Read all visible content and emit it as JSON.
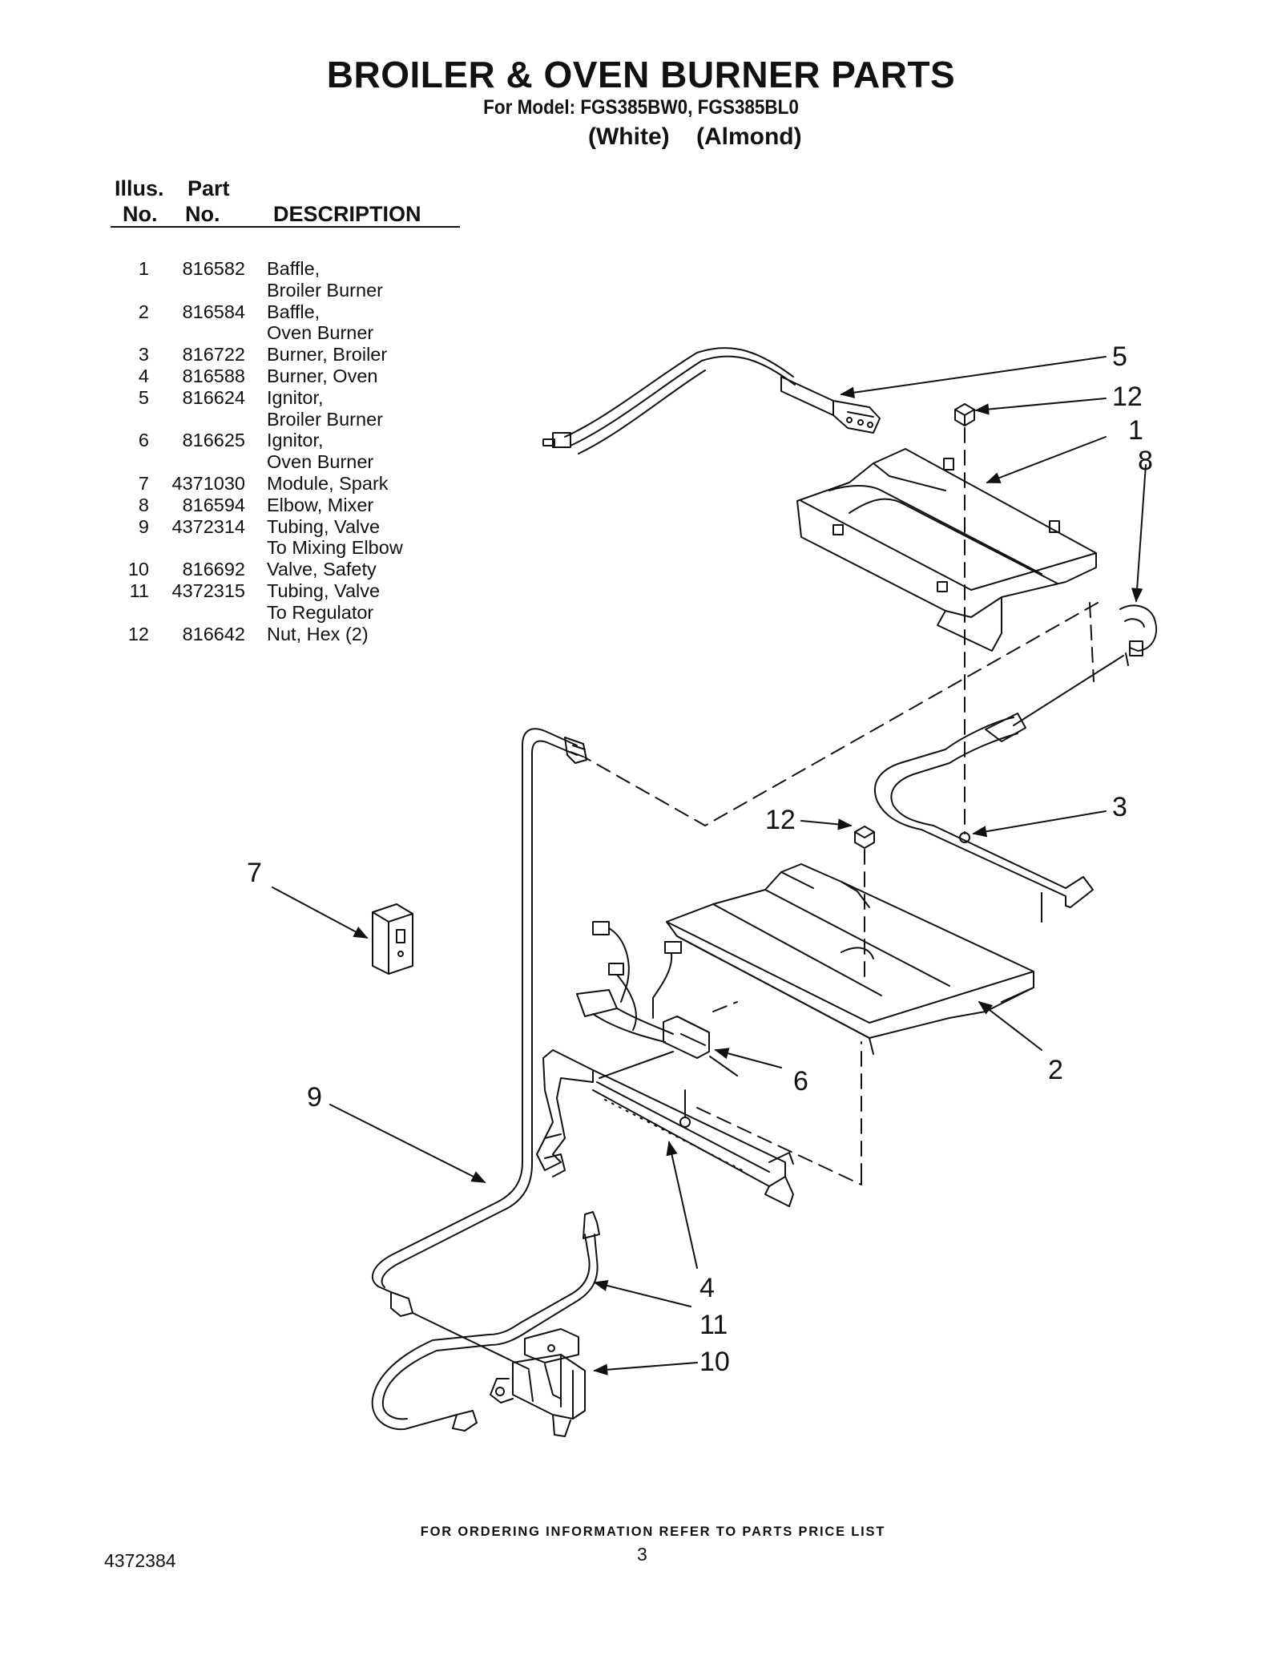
{
  "header": {
    "title": "BROILER & OVEN BURNER PARTS",
    "model_line": "For Model: FGS385BW0, FGS385BL0",
    "colors": "(White)    (Almond)"
  },
  "table": {
    "col_illus": [
      "Illus.",
      "No."
    ],
    "col_part": [
      "Part",
      "No."
    ],
    "col_desc": "DESCRIPTION",
    "rows": [
      {
        "illus": "1",
        "part": "816582",
        "desc": "Baffle,",
        "desc2": "Broiler Burner"
      },
      {
        "illus": "2",
        "part": "816584",
        "desc": "Baffle,",
        "desc2": "Oven Burner"
      },
      {
        "illus": "3",
        "part": "816722",
        "desc": "Burner, Broiler"
      },
      {
        "illus": "4",
        "part": "816588",
        "desc": "Burner, Oven"
      },
      {
        "illus": "5",
        "part": "816624",
        "desc": "Ignitor,",
        "desc2": "Broiler Burner"
      },
      {
        "illus": "6",
        "part": "816625",
        "desc": "Ignitor,",
        "desc2": "Oven Burner"
      },
      {
        "illus": "7",
        "part": "4371030",
        "desc": "Module, Spark"
      },
      {
        "illus": "8",
        "part": "816594",
        "desc": "Elbow, Mixer"
      },
      {
        "illus": "9",
        "part": "4372314",
        "desc": "Tubing, Valve",
        "desc2": "To Mixing Elbow"
      },
      {
        "illus": "10",
        "part": "816692",
        "desc": "Valve, Safety"
      },
      {
        "illus": "11",
        "part": "4372315",
        "desc": "Tubing, Valve",
        "desc2": "To Regulator"
      },
      {
        "illus": "12",
        "part": "816642",
        "desc": "Nut, Hex (2)"
      }
    ]
  },
  "callouts": {
    "c5": "5",
    "c12a": "12",
    "c1": "1",
    "c8": "8",
    "c3": "3",
    "c12b": "12",
    "c7": "7",
    "c2": "2",
    "c6": "6",
    "c9": "9",
    "c4": "4",
    "c11": "11",
    "c10": "10"
  },
  "footer": {
    "note": "FOR ORDERING INFORMATION REFER TO PARTS PRICE LIST",
    "doc_number": "4372384",
    "page_number": "3"
  }
}
